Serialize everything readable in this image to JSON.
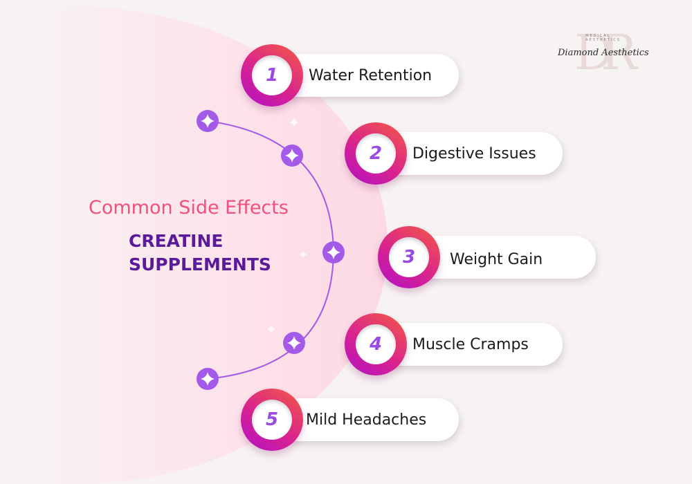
{
  "heading": {
    "subtitle": "Common Side Effects",
    "title_line1": "CREATINE",
    "title_line2": "SUPPLEMENTS"
  },
  "side_effects": [
    {
      "number": "1",
      "label": "Water Retention"
    },
    {
      "number": "2",
      "label": "Digestive Issues"
    },
    {
      "number": "3",
      "label": "Weight Gain"
    },
    {
      "number": "4",
      "label": "Muscle Cramps"
    },
    {
      "number": "5",
      "label": "Mild Headaches"
    }
  ],
  "logo": {
    "monogram": "DR",
    "name": "Diamond Aesthetics",
    "tagline": "MEDICAL AESTHETICS"
  },
  "colors": {
    "background": "#f7f3f2",
    "accent_pink": "#f0507d",
    "title_purple": "#5b1a9a",
    "badge_gradient_start": "#b010c8",
    "badge_gradient_end": "#f45b43",
    "sparkle_purple": "#a35ae8",
    "number_purple": "#9a4ae0"
  },
  "icons": {
    "node": "sparkle-icon"
  }
}
